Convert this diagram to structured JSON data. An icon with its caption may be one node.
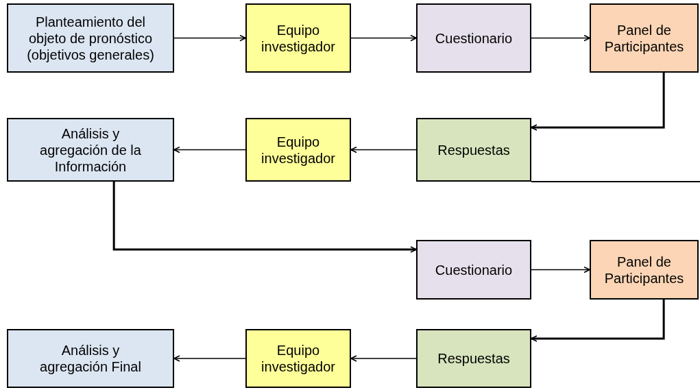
{
  "diagram": {
    "nodes": [
      {
        "text": [
          "Planteamiento del objeto de pronóstico (objetivos generales)"
        ]
      },
      {
        "text": [
          "Equipo investigador"
        ]
      },
      {
        "text": [
          "Cuestionario"
        ]
      },
      {
        "text": [
          "Panel de Participantes"
        ]
      },
      {
        "text": [
          "Respuestas"
        ]
      },
      {
        "text": [
          "Equipo investigador"
        ]
      },
      {
        "text": [
          "Análisis y agregación de la Información"
        ]
      },
      {
        "text": [
          "Cuestionario"
        ]
      },
      {
        "text": [
          "Panel de Participantes"
        ]
      },
      {
        "text": [
          "Respuestas"
        ]
      },
      {
        "text": [
          "Equipo investigador"
        ]
      },
      {
        "text": [
          "Análisis y agregación Final"
        ]
      }
    ],
    "edges": [
      {
        "from": 0,
        "to": 1,
        "arrow": "to"
      },
      {
        "from": 1,
        "to": 2,
        "arrow": "to"
      },
      {
        "from": 2,
        "to": 3,
        "arrow": "to"
      },
      {
        "from": 3,
        "to": 4,
        "arrow": "to",
        "style": "thick"
      },
      {
        "from": 4,
        "to": 5,
        "arrow": "to"
      },
      {
        "from": 5,
        "to": 6,
        "arrow": "to"
      },
      {
        "from": 6,
        "to": 7,
        "arrow": "to",
        "style": "thick"
      },
      {
        "from": 7,
        "to": 8,
        "arrow": "to"
      },
      {
        "from": 8,
        "to": 9,
        "arrow": "to",
        "style": "thick"
      },
      {
        "from": 9,
        "to": 10,
        "arrow": "to"
      },
      {
        "from": 10,
        "to": 11,
        "arrow": "to"
      }
    ]
  }
}
